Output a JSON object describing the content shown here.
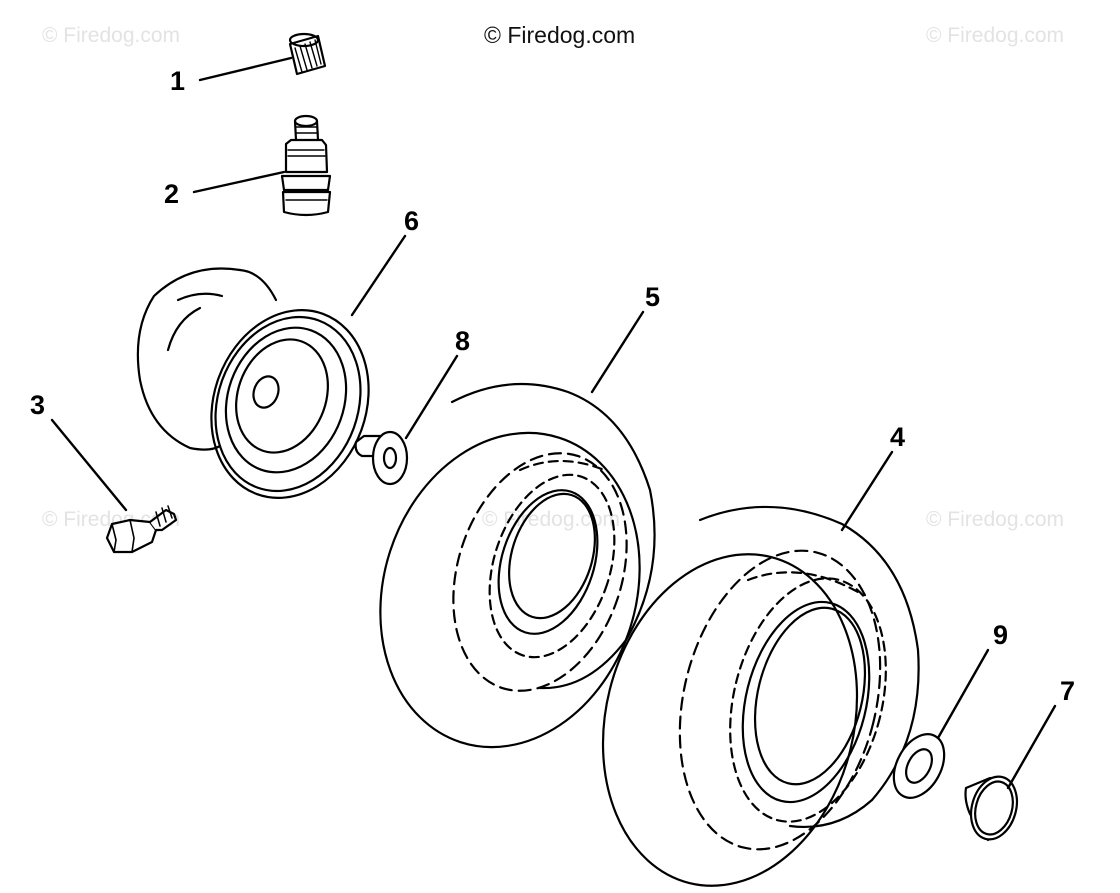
{
  "watermark": {
    "main": "© Firedog.com",
    "faint": "© Firedog.com"
  },
  "callouts": [
    {
      "id": "1",
      "label": "1",
      "part": "valve-cap"
    },
    {
      "id": "2",
      "label": "2",
      "part": "valve-stem"
    },
    {
      "id": "3",
      "label": "3",
      "part": "grease-fitting"
    },
    {
      "id": "4",
      "label": "4",
      "part": "tire-rear"
    },
    {
      "id": "5",
      "label": "5",
      "part": "tire-front"
    },
    {
      "id": "6",
      "label": "6",
      "part": "wheel-rim"
    },
    {
      "id": "7",
      "label": "7",
      "part": "hub-cap"
    },
    {
      "id": "8",
      "label": "8",
      "part": "bushing"
    },
    {
      "id": "9",
      "label": "9",
      "part": "washer"
    }
  ]
}
